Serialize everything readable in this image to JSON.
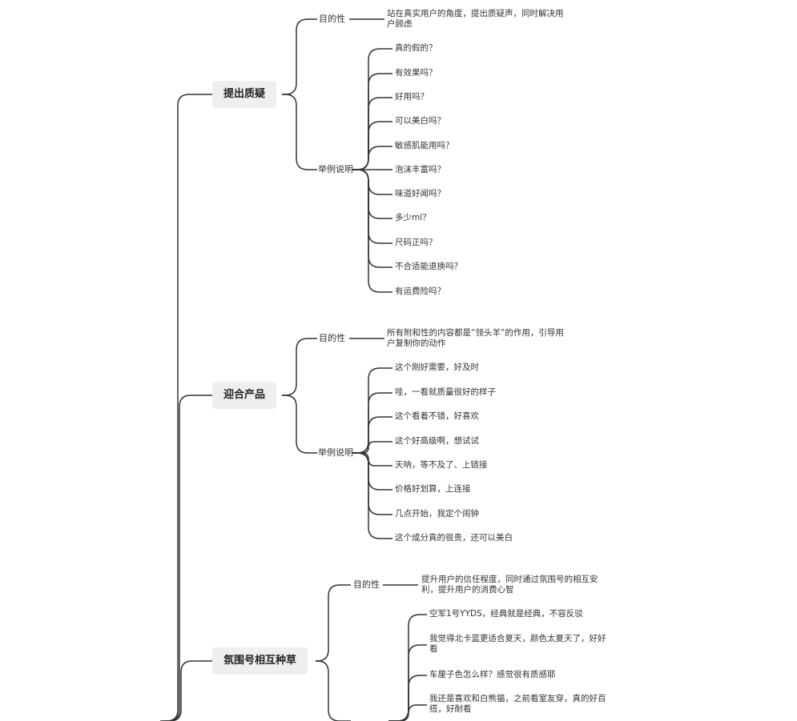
{
  "topics": [
    {
      "label": "提出质疑",
      "purpose_label": "目的性",
      "purpose_lines": [
        "站在真实用户的角度，提出质疑声，同时解决用",
        "户顾虑"
      ],
      "examples_label": "举例说明",
      "examples": [
        "真的假的？",
        "有效果吗？",
        "好用吗？",
        "可以美白吗？",
        "敏感肌能用吗？",
        "泡沫丰富吗？",
        "味道好闻吗？",
        "多少ml？",
        "尺码正吗？",
        "不合适能退换吗？",
        "有运费险吗？"
      ]
    },
    {
      "label": "迎合产品",
      "purpose_label": "目的性",
      "purpose_lines": [
        "所有附和性的内容都是“领头羊”的作用，引导用",
        "户复制你的动作"
      ],
      "examples_label": "举例说明",
      "examples": [
        "这个刚好需要，好及时",
        "哇，一看就质量很好的样子",
        "这个看着不错，好喜欢",
        "这个好高级啊，想试试",
        "天呐，等不及了、上链接",
        "价格好划算，上连接",
        "几点开始，我定个闹钟",
        "这个成分真的很贵，还可以美白"
      ]
    },
    {
      "label": "氛围号相互种草",
      "purpose_label": "目的性",
      "purpose_lines": [
        "提升用户的信任程度，同时通过氛围号的相互安",
        "利，提升用户的消费心智"
      ],
      "examples": [
        [
          "空军1号YYDS，经典就是经典，不容反驳"
        ],
        [
          "我觉得北卡蓝更适合夏天，颜色太夏天了，好好",
          "看"
        ],
        [
          "车厘子色怎么样？感觉很有质感耶"
        ],
        [
          "我还是喜欢和白熊猫，之前看室友穿，真的好百",
          "搭，好耐看"
        ]
      ]
    }
  ]
}
